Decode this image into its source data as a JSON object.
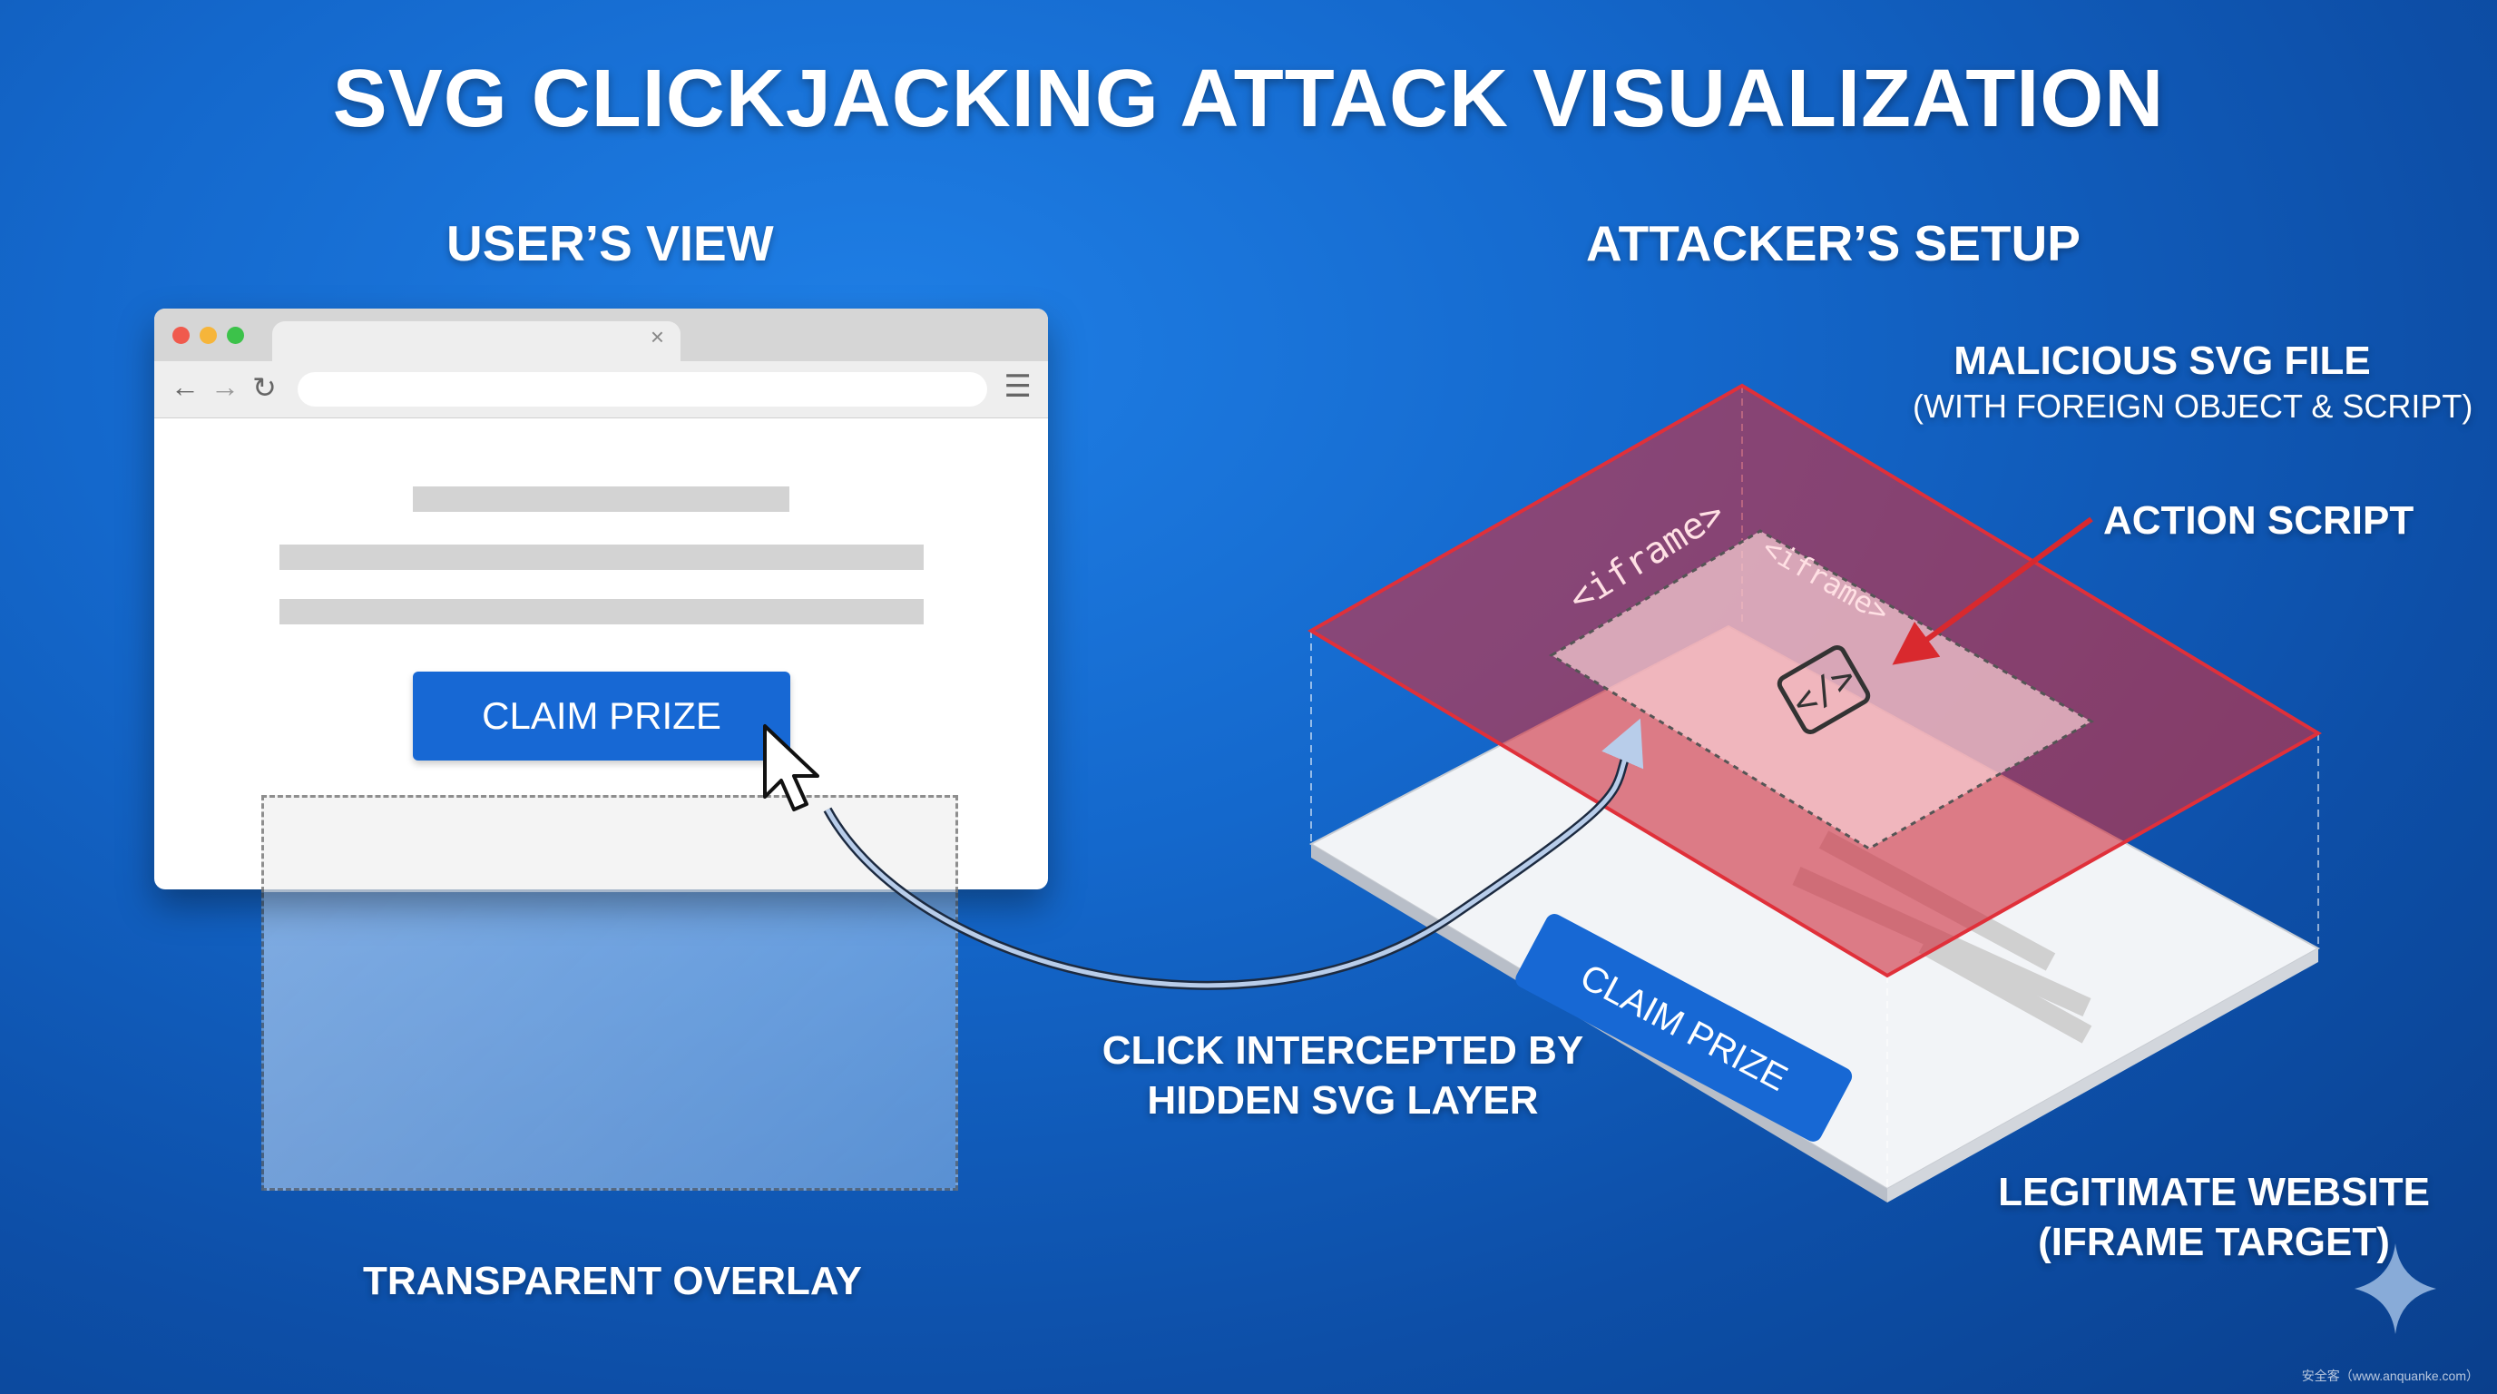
{
  "title": "SVG CLICKJACKING ATTACK VISUALIZATION",
  "users_view": {
    "heading": "USER’S VIEW",
    "claim_button": "CLAIM PRIZE",
    "overlay_label": "TRANSPARENT OVERLAY",
    "tab_close": "×"
  },
  "attackers_setup": {
    "heading": "ATTACKER’S SETUP",
    "malicious_svg": {
      "title": "MALICIOUS SVG FILE",
      "subtitle": "(WITH FOREIGN OBJECT & SCRIPT)"
    },
    "action_script": "ACTION SCRIPT",
    "iframe_tag_1": "<iframe>",
    "iframe_tag_2": "<iframe>",
    "legitimate_site": {
      "line1": "LEGITIMATE WEBSITE",
      "line2": "(IFRAME TARGET)"
    },
    "claim_button": "CLAIM PRIZE"
  },
  "intercept_label": {
    "line1": "CLICK INTERCEPTED BY",
    "line2": "HIDDEN SVG LAYER"
  },
  "watermark": "安全客（www.anquanke.com）",
  "icons": [
    "back-arrow-icon",
    "forward-arrow-icon",
    "reload-icon",
    "menu-icon",
    "cursor-icon",
    "code-file-icon",
    "sparkle-icon"
  ],
  "colors": {
    "background": "#1468cc",
    "button": "#1768d4",
    "malicious_layer": "#c0303f",
    "arrow_red": "#d9292e"
  }
}
